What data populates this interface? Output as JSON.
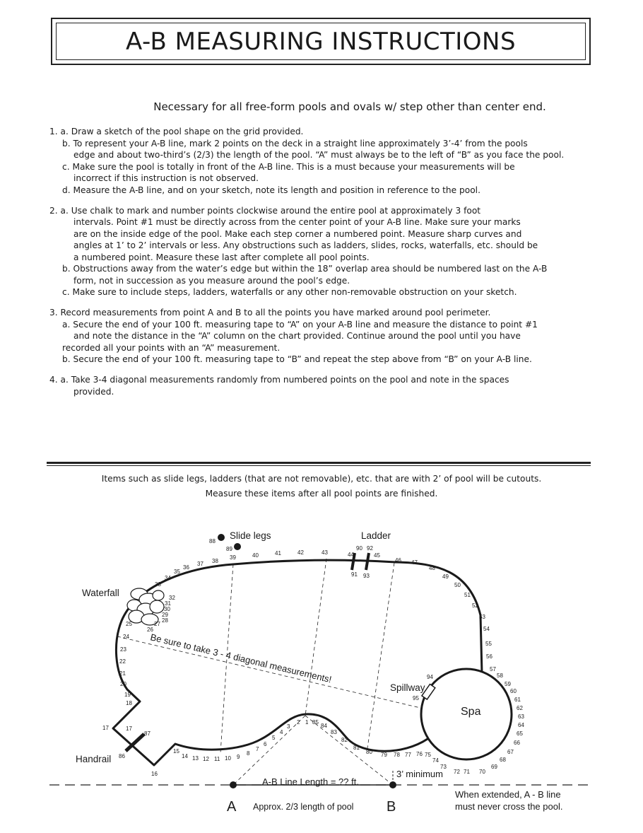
{
  "title": "A-B MEASURING INSTRUCTIONS",
  "subtitle": "Necessary for all free-form pools and ovals w/ step other than center end.",
  "sections": [
    [
      "1. a.  Draw a sketch of the pool shape on the grid provided.",
      "b.  To represent your A-B line, mark 2 points on the deck in a straight line approximately 3’-4’ from the pools",
      "edge and about two-third’s (2/3) the length of the pool.  “A” must always be to the left of “B” as you face the pool.",
      "c.  Make sure the pool is totally in front of the A-B line.  This is a must because your measurements will be",
      "incorrect if this instruction is not observed.",
      "d.  Measure the A-B line, and on your sketch, note its length and position in reference to the pool."
    ],
    [
      "2. a.  Use chalk to mark and number points clockwise around the entire pool at approximately 3 foot",
      "intervals. Point #1 must be directly across from the center point of your A-B line.  Make sure your marks",
      "are on the inside edge of the pool.  Make each step corner a numbered point.  Measure sharp curves and",
      "angles at 1’ to 2’ intervals or less.  Any obstructions such as ladders, slides, rocks, waterfalls, etc. should be",
      "a numbered point.  Measure these last after complete all pool points.",
      "b.  Obstructions away from the water’s edge but within the 18” overlap area should be numbered last on the A-B",
      "form, not in succession as you measure around the pool’s edge.",
      "c.  Make sure to include steps, ladders, waterfalls or any other non-removable obstruction on your sketch."
    ],
    [
      "3. Record measurements from point A and B to all the points you have marked around pool perimeter.",
      "a.  Secure the end of your 100 ft. measuring tape to “A” on your A-B line and measure the distance to point #1",
      "and note the distance in the “A” column on the chart provided. Continue around the pool until you have",
      "recorded all your points with an “A” measurement.",
      "b.  Secure the end of your 100 ft. measuring tape to “B” and repeat the step above from “B” on your A-B line."
    ],
    [
      "4. a.  Take 3-4 diagonal measurements randomly from numbered points on the pool and note in the spaces",
      "provided."
    ]
  ],
  "note_line1": "Items such as slide legs, ladders (that are not removable), etc. that are with 2’ of pool will be cutouts.",
  "note_line2": "Measure these items after all pool points are finished.",
  "diagram": {
    "slide_legs": "Slide legs",
    "ladder": "Ladder",
    "waterfall": "Waterfall",
    "handrail": "Handrail",
    "spillway": "Spillway",
    "spa": "Spa",
    "diagonal_note": "Be sure to take 3 - 4 diagonal measurements!",
    "ab_length": "A-B Line Length = ?? ft.",
    "three_min": "3’ minimum",
    "point_a": "A",
    "point_b": "B",
    "approx": "Approx. 2/3 length of pool",
    "extended_1": "When extended, A - B line",
    "extended_2": "must never cross the pool."
  }
}
